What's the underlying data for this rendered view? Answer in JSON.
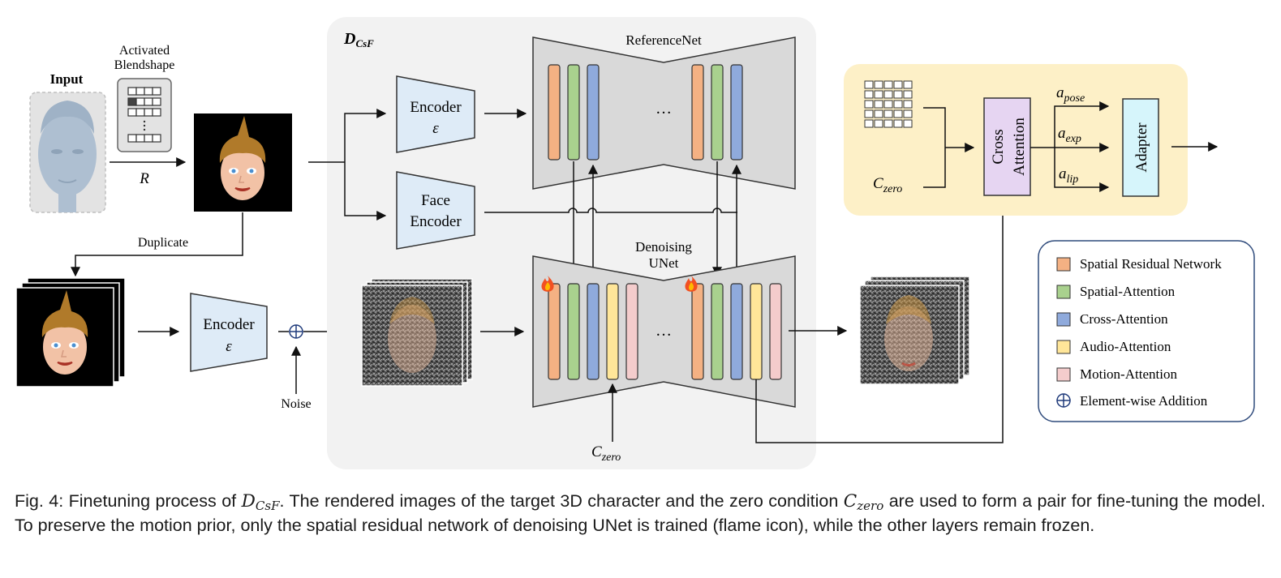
{
  "colors": {
    "spatial_residual": "#f4b183",
    "spatial_attention": "#a9d18e",
    "cross_attention": "#8faadc",
    "audio_attention": "#ffe699",
    "motion_attention": "#f4cccc",
    "encoder_fill": "#deebf7",
    "cross_attention_block": "#e6d5f2",
    "adapter_fill": "#d6f5fb",
    "adapter_panel": "#fdf0c7",
    "dcsf_panel": "#f2f2f2",
    "unet_body": "#d9d9d9"
  },
  "input": {
    "label": "Input",
    "blendshape_label_line1": "Activated",
    "blendshape_label_line2": "Blendshape",
    "r_label": "R",
    "duplicate_label": "Duplicate"
  },
  "lower": {
    "encoder_line1": "Encoder",
    "encoder_line2": "ε",
    "noise_label": "Noise",
    "plus_symbol": "⊕"
  },
  "dcsf": {
    "title_main": "D",
    "title_sub": "CsF",
    "encoder_line1": "Encoder",
    "encoder_line2": "ε",
    "face_encoder_line1": "Face",
    "face_encoder_line2": "Encoder",
    "referencenet_label": "ReferenceNet",
    "denoising_line1": "Denoising",
    "denoising_line2": "UNet",
    "ellipsis": "…",
    "czero_main": "C",
    "czero_sub": "zero"
  },
  "adapter": {
    "czero_main": "C",
    "czero_sub": "zero",
    "cross_attention_line1": "Cross",
    "cross_attention_line2": "Attention",
    "a_main": "a",
    "a_pose_sub": "pose",
    "a_exp_sub": "exp",
    "a_lip_sub": "lip",
    "adapter_label": "Adapter"
  },
  "legend": {
    "items": [
      {
        "label": "Spatial Residual Network",
        "color_key": "spatial_residual"
      },
      {
        "label": "Spatial-Attention",
        "color_key": "spatial_attention"
      },
      {
        "label": "Cross-Attention",
        "color_key": "cross_attention"
      },
      {
        "label": "Audio-Attention",
        "color_key": "audio_attention"
      },
      {
        "label": "Motion-Attention",
        "color_key": "motion_attention"
      }
    ],
    "element_wise_label": "Element-wise Addition",
    "element_wise_symbol": "⊕"
  },
  "caption": {
    "prefix": "Fig. 4: Finetuning process of ",
    "d_main": "D",
    "d_sub": "CsF",
    "part2": ". The rendered images of the target 3D character and the zero condition ",
    "c_main": "C",
    "c_sub": "zero",
    "part3": " are used to form a pair for fine-tuning the model. To preserve the motion prior, only the spatial residual network of denoising UNet is trained (flame icon), while the other layers remain frozen."
  }
}
